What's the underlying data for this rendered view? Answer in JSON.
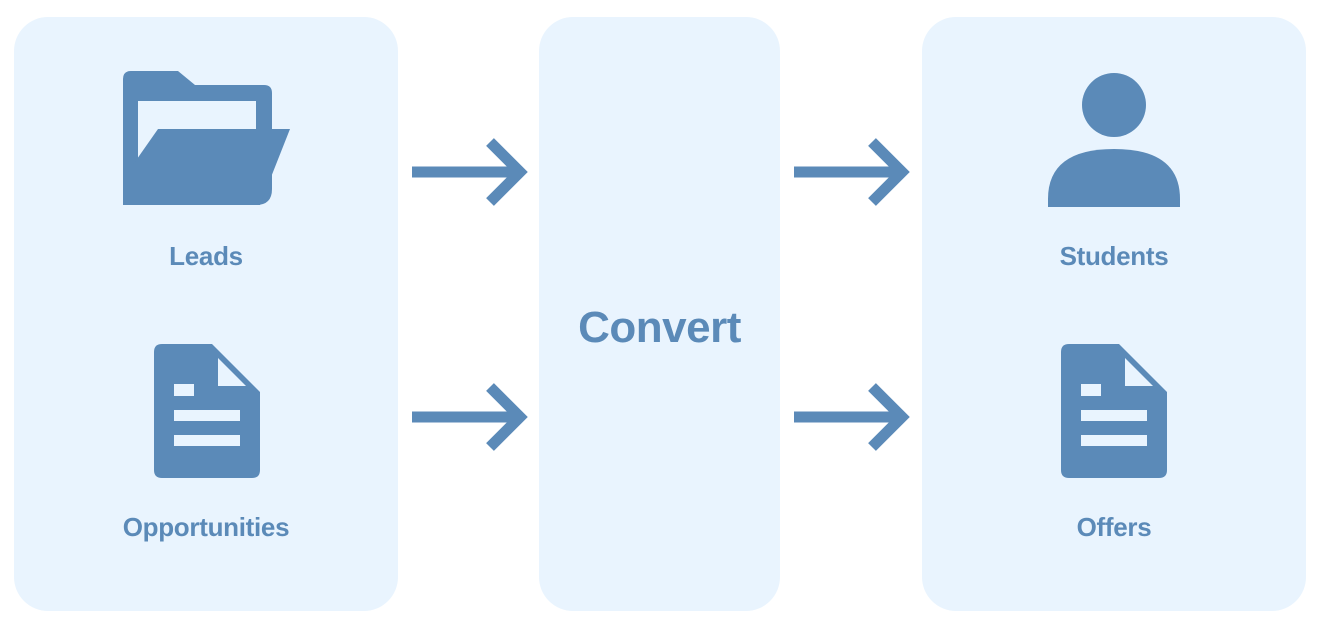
{
  "colors": {
    "panel_background": "#e9f4fe",
    "accent": "#5b8ab8"
  },
  "sources": {
    "items": [
      {
        "label": "Leads",
        "icon": "folder-open-icon"
      },
      {
        "label": "Opportunities",
        "icon": "document-icon"
      }
    ]
  },
  "process": {
    "label": "Convert"
  },
  "targets": {
    "items": [
      {
        "label": "Students",
        "icon": "person-icon"
      },
      {
        "label": "Offers",
        "icon": "document-icon"
      }
    ]
  }
}
